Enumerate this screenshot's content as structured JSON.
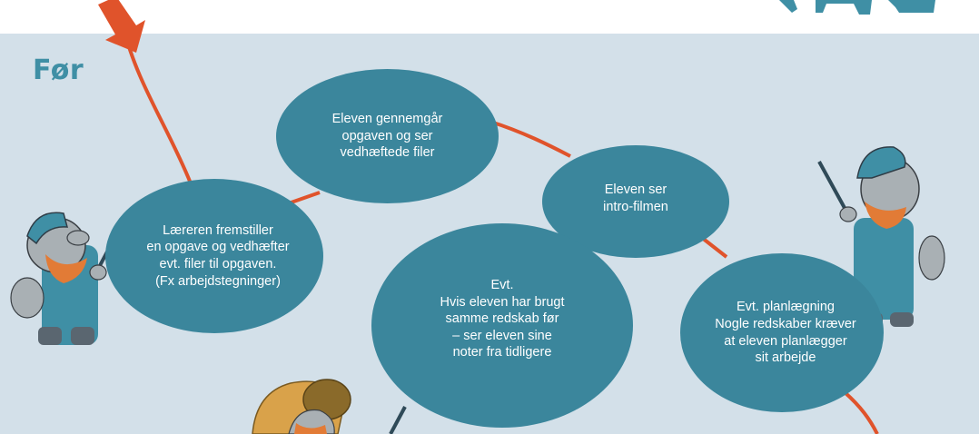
{
  "section_title": "Før",
  "colors": {
    "panel_background": "#d3e0e9",
    "bubble": "#3b869c",
    "connector": "#e0532b",
    "title": "#3f8fa5",
    "character_skin": "#a9b0b4",
    "character_overalls": "#3f8fa5",
    "character_beard": "#e27b36"
  },
  "bubbles": [
    {
      "id": "review-assignment",
      "text": "Eleven gennemgår\nopgaven og ser\nvedhæftede filer"
    },
    {
      "id": "intro-film",
      "text": "Eleven ser\nintro-filmen"
    },
    {
      "id": "teacher-creates-assignment",
      "text": "Læreren fremstiller\nen opgave og vedhæfter\nevt. filer til opgaven.\n(Fx arbejdstegninger)"
    },
    {
      "id": "previous-notes",
      "text": "Evt.\nHvis eleven har brugt\nsamme redskab før\n– ser eleven sine\nnoter fra tidligere"
    },
    {
      "id": "planning",
      "text": "Evt. planlægning\nNogle redskaber kræver\nat eleven planlægger\nsit arbejde"
    }
  ],
  "icons": [
    "arrow-icon",
    "mascot-left-icon",
    "mascot-right-icon",
    "mascot-bottom-icon"
  ]
}
